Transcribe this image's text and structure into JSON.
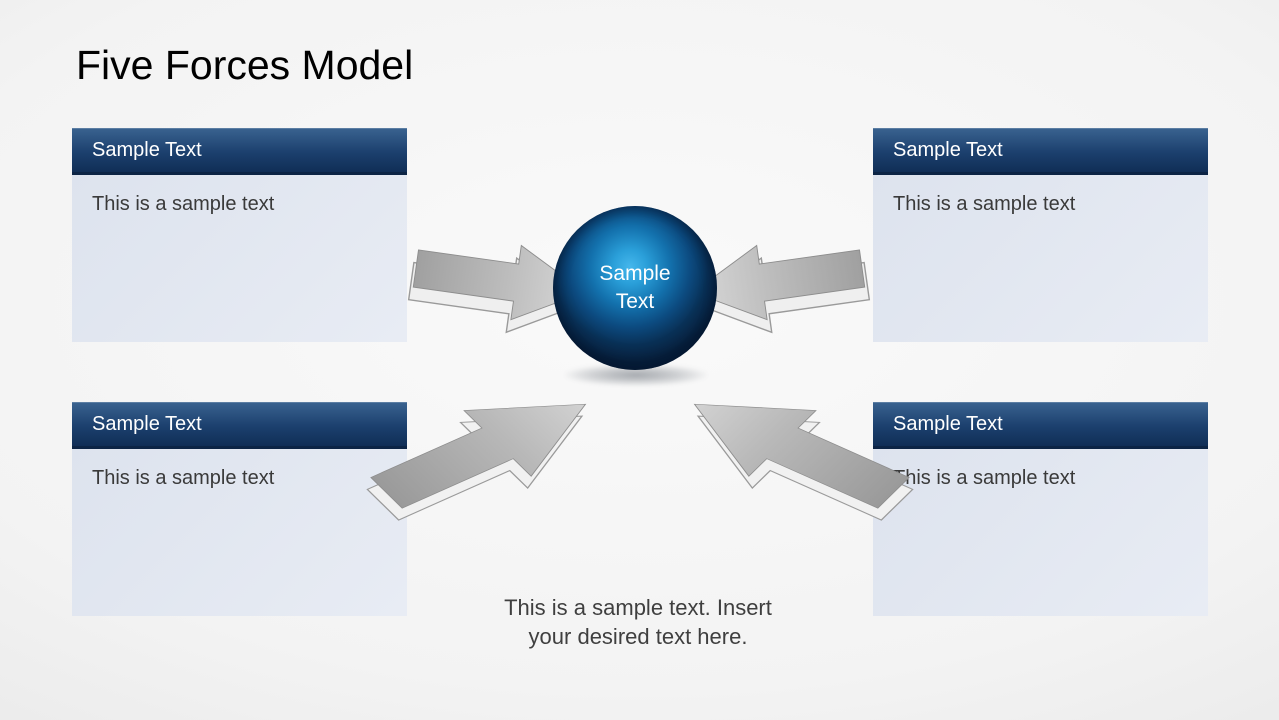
{
  "slide": {
    "title": "Five Forces Model"
  },
  "boxes": {
    "top_left": {
      "header": "Sample Text",
      "body": "This is a sample text"
    },
    "top_right": {
      "header": "Sample Text",
      "body": "This is a sample text"
    },
    "bottom_left": {
      "header": "Sample Text",
      "body": "This is a sample text"
    },
    "bottom_right": {
      "header": "Sample Text",
      "body": "This is a sample text"
    }
  },
  "center_sphere": {
    "line1": "Sample",
    "line2": "Text"
  },
  "caption": {
    "line1": "This is a sample text. Insert",
    "line2": "your desired text here."
  },
  "colors": {
    "header_gradient_top": "#3a6390",
    "header_gradient_bottom": "#102e56",
    "header_edge": "#0c2445",
    "box_body_background": "#dde3ee",
    "sphere_highlight": "#45b7ec",
    "sphere_dark": "#082341",
    "arrow_gray": "#b5b5b5",
    "arrow_side": "#f0f0f0",
    "title_text": "#000000",
    "body_text": "#3a3a3a"
  }
}
